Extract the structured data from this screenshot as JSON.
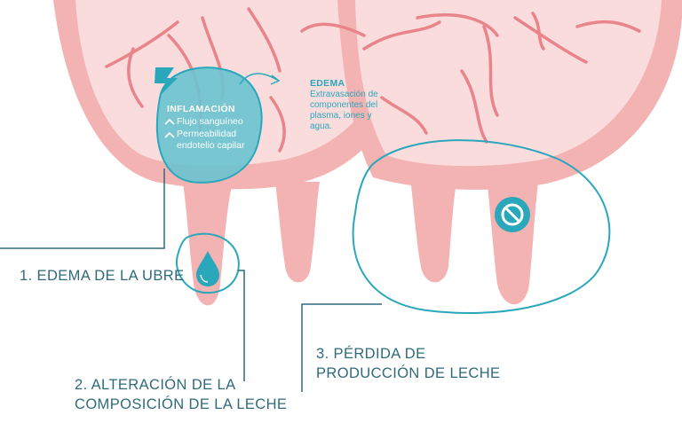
{
  "colors": {
    "udder": "#f4b3b3",
    "udder_light": "#fbdcdd",
    "vein": "#e8848a",
    "teal": "#2aa7bb",
    "teal_fill": "#6cc3cf",
    "line": "#2f6a7a"
  },
  "labels": {
    "edema_udder": "1. EDEMA DE LA UBRE",
    "milk_alteration": [
      "2. ALTERACIÓN DE LA",
      "COMPOSICIÓN DE LA LECHE"
    ],
    "production_loss": [
      "3. PÉRDIDA DE",
      "PRODUCCIÓN DE LECHE"
    ]
  },
  "inflammation": {
    "title": "INFLAMACIÓN",
    "lines": [
      "Flujo sanguíneo",
      "Permeabilidad",
      "endotelio capilar"
    ],
    "icon": "lightning-icon"
  },
  "edema": {
    "title": "EDEMA",
    "description": [
      "Extravasación de",
      "componentes del",
      "plasma, iones y",
      "agua."
    ]
  },
  "icons": {
    "drop": "milk-drop-icon",
    "prohibited": "prohibited-icon"
  }
}
